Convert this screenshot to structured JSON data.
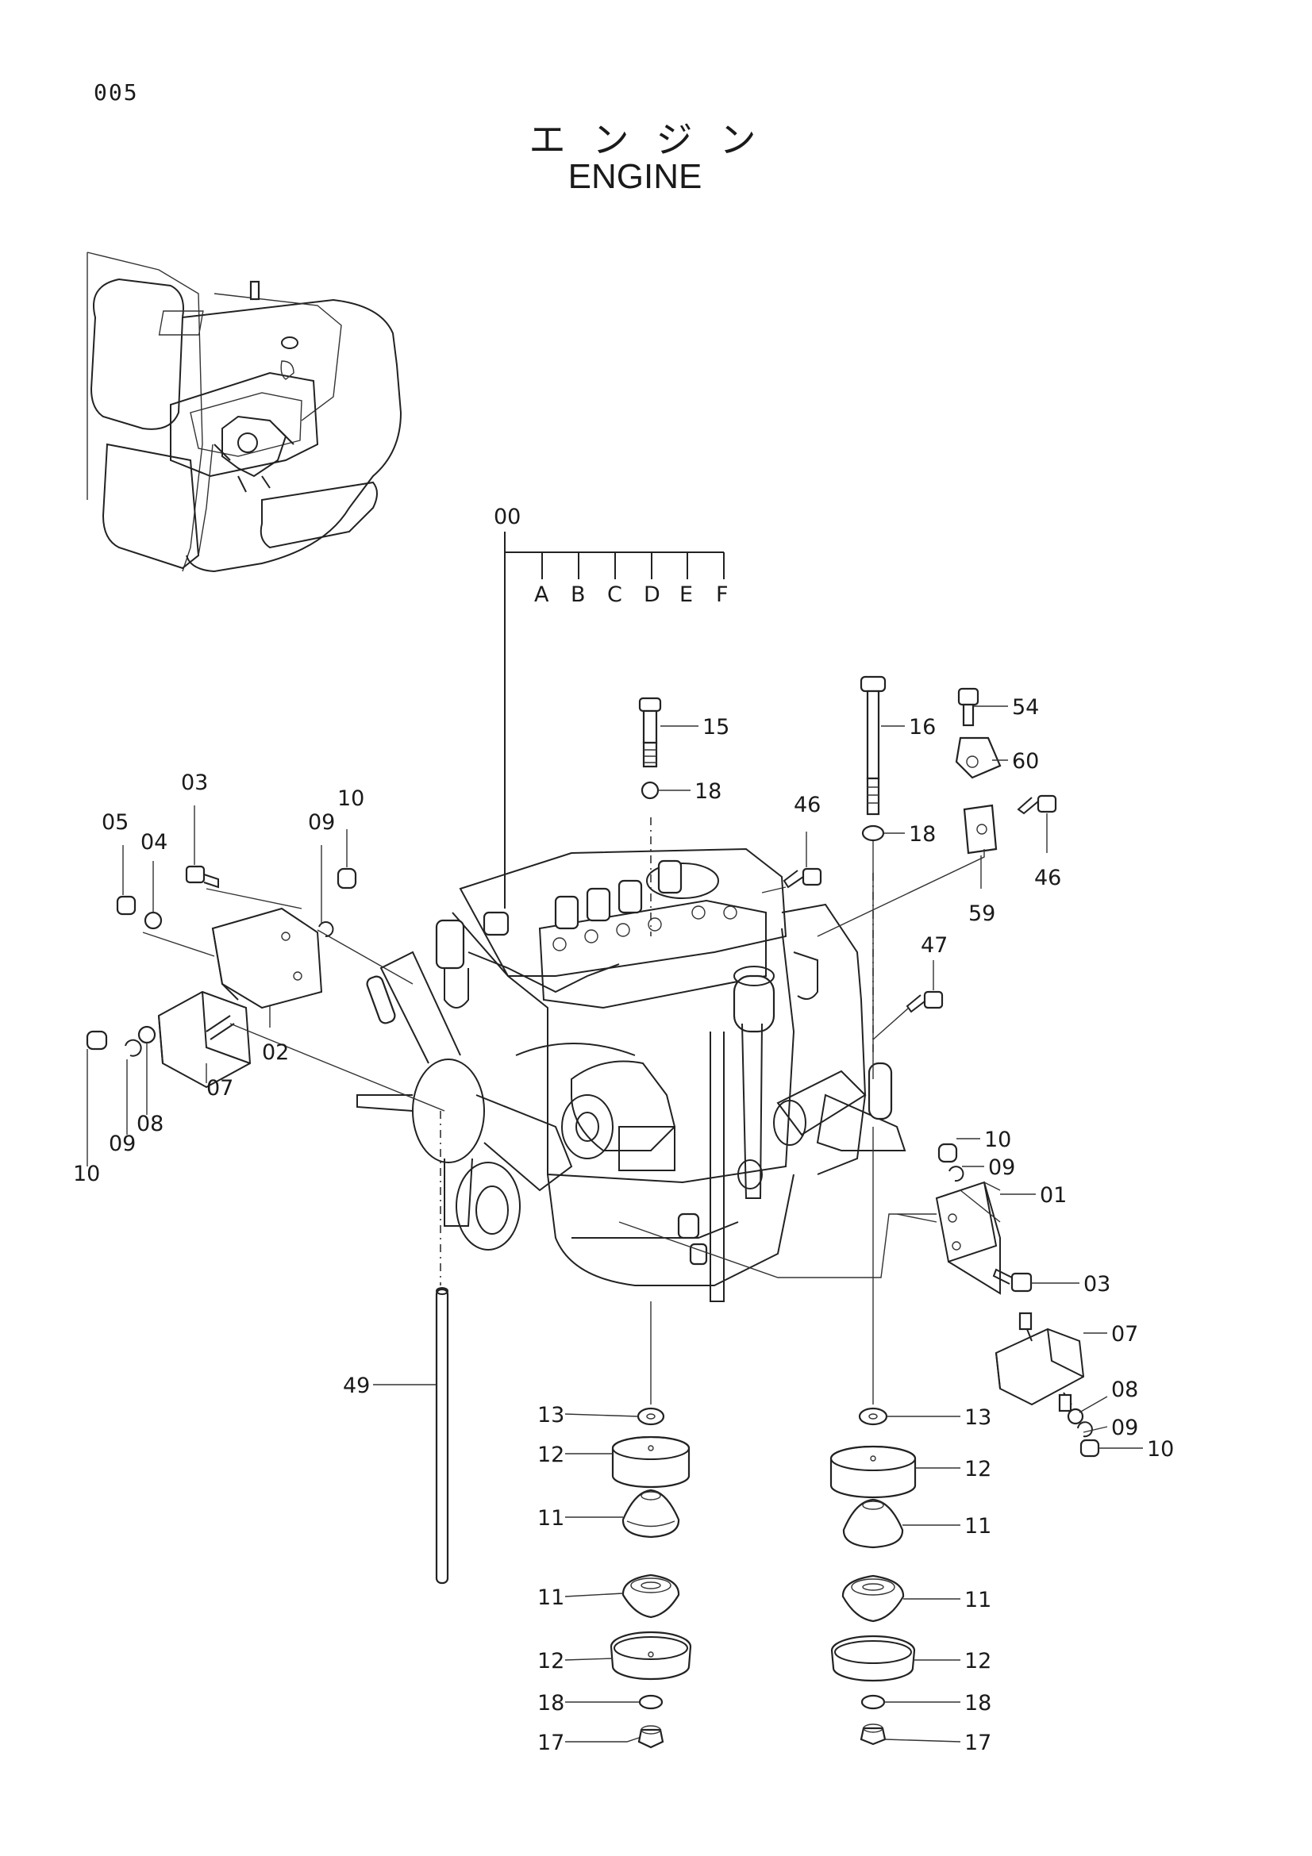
{
  "header": {
    "page_number": "005",
    "title_jp": "エンジン",
    "title_en": "ENGINE"
  },
  "assembly": {
    "label": "00",
    "variants": [
      "A",
      "B",
      "C",
      "D",
      "E",
      "F"
    ]
  },
  "callouts": {
    "c15": "15",
    "c16": "16",
    "c54": "54",
    "c60": "60",
    "c18a": "18",
    "c18b": "18",
    "c46a": "46",
    "c46b": "46",
    "c59": "59",
    "c47": "47",
    "c03a": "03",
    "c05": "05",
    "c04": "04",
    "c09a": "09",
    "c10a": "10",
    "c02": "02",
    "c07a": "07",
    "c10b": "10",
    "c09b": "09",
    "c08a": "08",
    "c10c": "10",
    "c09c": "09",
    "c01": "01",
    "c03b": "03",
    "c07b": "07",
    "c08b": "08",
    "c09d": "09",
    "c10d": "10",
    "c49": "49",
    "c13a": "13",
    "c12a": "12",
    "c11a": "11",
    "c11b": "11",
    "c12b": "12",
    "c18c": "18",
    "c17a": "17",
    "c13b": "13",
    "c12c": "12",
    "c11c": "11",
    "c11d": "11",
    "c12d": "12",
    "c18d": "18",
    "c17b": "17"
  },
  "icons": {
    "machine_view": "excavator-rear-icon",
    "engine": "engine-block-icon"
  }
}
